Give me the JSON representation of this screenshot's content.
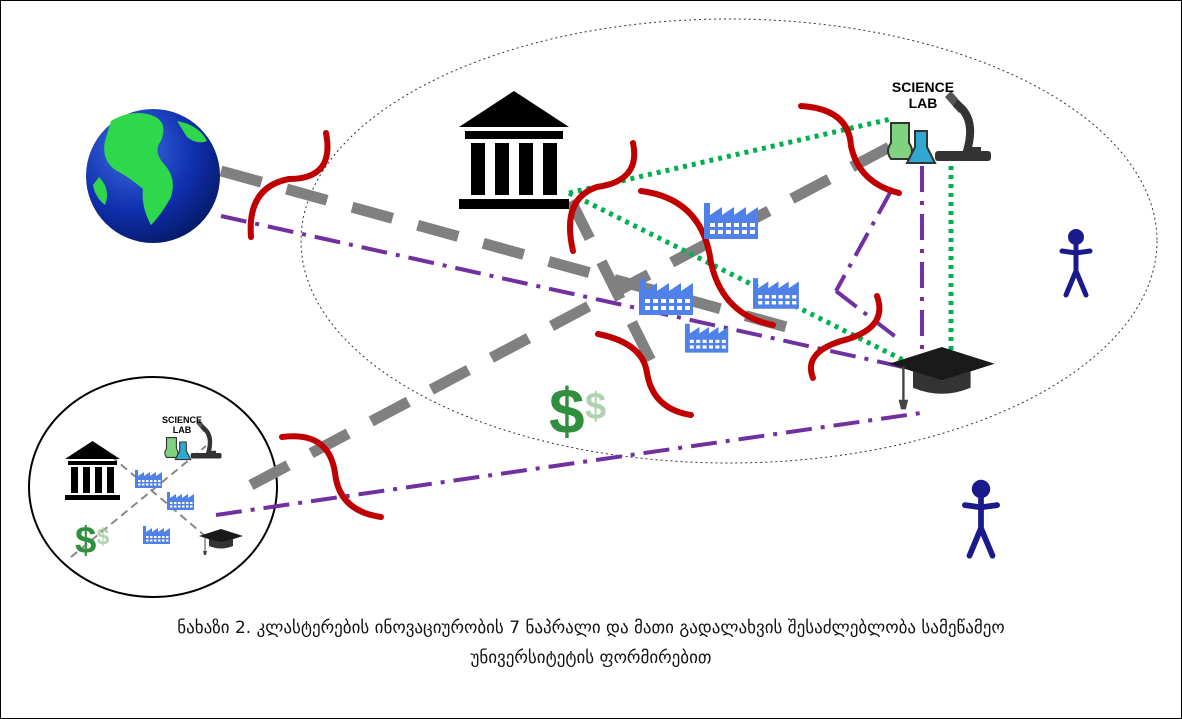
{
  "caption": {
    "line1": "ნახაზი 2. კლასტერების ინოვაციურობის 7 ნაპრალი და მათი გადალახვის შესაძლებლობა სამეწამეო",
    "line2": "უნივერსიტეტის ფორმირებით"
  },
  "lab_label": {
    "line1": "SCIENCE",
    "line2": "LAB"
  },
  "small_lab_label": {
    "line1": "SCIENCE",
    "line2": "LAB"
  },
  "icons": [
    "globe-icon",
    "government-building-icon",
    "science-lab-icon",
    "factory-icon",
    "dollar-icon",
    "graduation-cap-icon",
    "person-icon"
  ],
  "colors": {
    "gap_arc": "#c00000",
    "dashed_gray": "#808080",
    "dashdot_purple": "#7030a0",
    "dotted_green": "#00b050",
    "factory_blue": "#4f81e8",
    "dollar_green": "#2f8f3f",
    "person_navy": "#1a1a8c"
  }
}
